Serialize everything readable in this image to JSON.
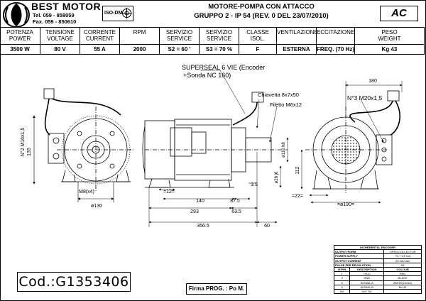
{
  "header": {
    "brand": "BEST MOTOR",
    "tel": "Tel. 059 - 858059",
    "fax": "Fax. 059 - 850610",
    "iso_logo": "ISO-DM",
    "title_line1": "MOTORE-POMPA CON ATTACCO",
    "title_line2": "GRUPPO 2 - IP 54 (REV. 0 DEL 23/07/2010)",
    "ac_logo": "AC",
    "columns": [
      {
        "label1": "POTENZA",
        "label2": "POWER",
        "value": "3500 W"
      },
      {
        "label1": "TENSIONE",
        "label2": "VOLTAGE",
        "value": "80 V"
      },
      {
        "label1": "CORRENTE",
        "label2": "CURRENT",
        "value": "55 A"
      },
      {
        "label1": "RPM",
        "label2": "",
        "value": "2000"
      },
      {
        "label1": "SERVIZIO",
        "label2": "SERVICE",
        "value": "S2 =  60 '"
      },
      {
        "label1": "SERVIZIO",
        "label2": "SERVICE",
        "value": "S3 = 70 %"
      },
      {
        "label1": "CLASSE",
        "label2": "ISOL.",
        "value": "F"
      },
      {
        "label1": "VENTILAZIONE",
        "label2": "",
        "value": "ESTERNA"
      },
      {
        "label1": "ECCITAZIONE",
        "label2": "",
        "value": "FREQ. (70 Hz)"
      },
      {
        "label1": "PESO",
        "label2": "WEIGHT",
        "value": "Kg 43"
      }
    ]
  },
  "drawing": {
    "superseal": "SUPERSEAL 6 VIE (Encoder",
    "sonda": "+Sonda NC 160)",
    "chiavetta": "Chiavetta 8x7x50",
    "filetto": "Filetto M6x12",
    "n2_m16": "N°2 M16x1,5",
    "n3_m20": "N°3 M20x1,5",
    "dim_135": "135",
    "dim_m8": "M8(x4)",
    "dim_130": "ø130",
    "dim_12": "=12=",
    "dim_140": "140",
    "dim_87_5": "87.5",
    "dim_3_5": "3.5",
    "dim_293": "293",
    "dim_63_5": "63.5",
    "dim_356_5": "356.5",
    "dim_60": "60",
    "dim_110": "ø110 h8",
    "dim_28": "ø28 j6",
    "dim_180": "180",
    "dim_112": "112",
    "dim_22": "=22=",
    "dim_190": "=ø190="
  },
  "code": "Cod.:G1353406",
  "firma": "Firma PROG. : Po M.",
  "encoder_table": {
    "title": "INCREMENTAL ENCODER",
    "specs": [
      [
        "OUTPUT FORM",
        "OPEN COLLECTOR"
      ],
      [
        "POWER SUPPLY",
        "+5 / +24 Vdc"
      ],
      [
        "OUTPUT CURRENT",
        "20 mA max"
      ],
      [
        "PULSE PER REVOLUTION",
        "64"
      ]
    ],
    "columns": [
      "N°PIN",
      "DESCRIPTION",
      "COLOUR"
    ],
    "rows": [
      [
        "1",
        "+VCC",
        "RED"
      ],
      [
        "2",
        "GND",
        "BLACK"
      ],
      [
        "3",
        "SIGNAL A",
        "WHITE(Green)"
      ],
      [
        "4",
        "SIGNAL B",
        "BLUE"
      ],
      [
        "5/6",
        "160° NC",
        ""
      ]
    ]
  }
}
